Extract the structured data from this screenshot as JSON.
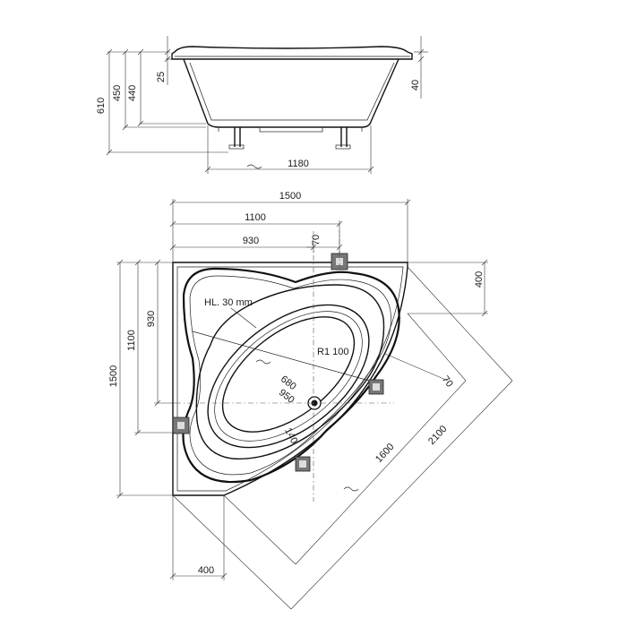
{
  "side_view": {
    "dims": {
      "rim": "25",
      "inner_depth": "440",
      "depth": "450",
      "height": "610",
      "edge": "40",
      "width": "1180"
    }
  },
  "plan_view": {
    "dims": {
      "width_total": "1500",
      "width_1100": "1100",
      "width_930": "930",
      "offset_70_top": "70",
      "right_400": "400",
      "height_total": "1500",
      "height_1100": "1100",
      "height_930": "930",
      "overflow_label": "HL. 30 mm",
      "radius": "R1 100",
      "oval_inner": "680",
      "oval_outer": "950",
      "drain_offset": "140",
      "offset_70_right": "70",
      "diag_1600": "1600",
      "diag_2100": "2100",
      "bottom_400": "400"
    }
  }
}
